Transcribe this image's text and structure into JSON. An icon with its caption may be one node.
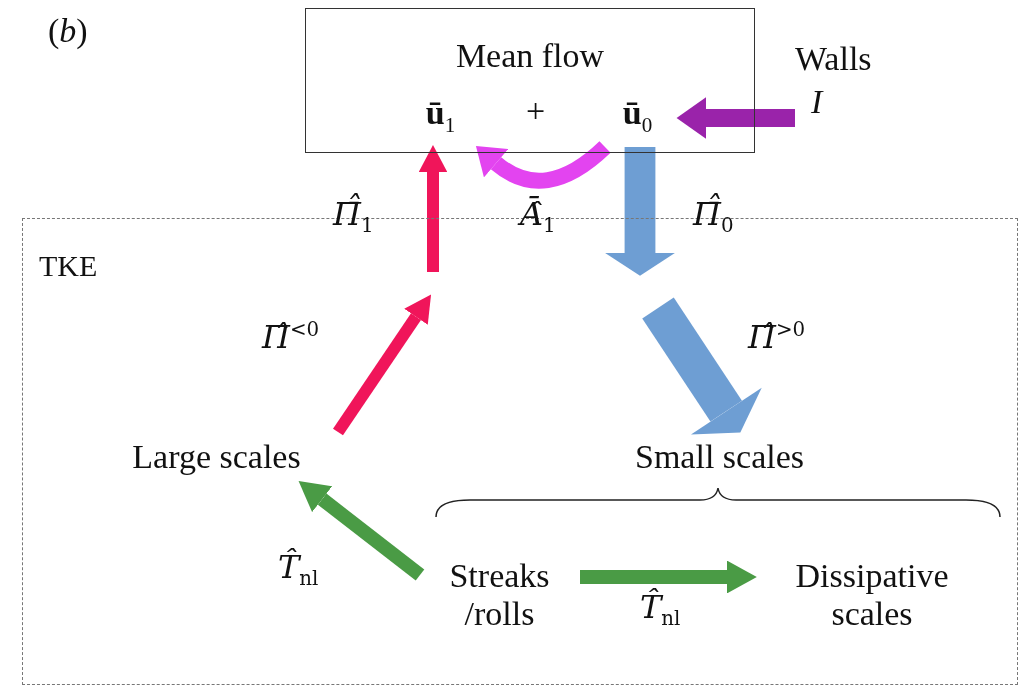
{
  "diagram": {
    "nodes": [
      {
        "text": [
          "Mean flow"
        ]
      },
      {
        "text": [
          "**ū**$_{1}$"
        ],
        "in": 0
      },
      {
        "text": [
          "**ū**$_{0}$"
        ],
        "in": 0
      },
      {
        "text": [
          "Walls",
          "I"
        ]
      },
      {
        "text": [
          "TKE"
        ]
      },
      {
        "text": [
          "Large scales"
        ],
        "in": 4
      },
      {
        "text": [
          "Small scales"
        ],
        "in": 4
      },
      {
        "text": [
          "Streaks /rolls"
        ],
        "in": 4
      },
      {
        "text": [
          "Dissipative scales"
        ],
        "in": 4
      }
    ],
    "edges": [
      {
        "from": 3,
        "to": 2,
        "arrow": "to",
        "color": "#9a23aa"
      },
      {
        "from": 2,
        "to": 1,
        "arrow": "to",
        "label": "*Ā̂*$_{1}$",
        "color": "#e344f0"
      },
      {
        "from": 5,
        "to": null,
        "arrow": "to",
        "label": "*Π̂*$^{<0}$",
        "color": "#f0155a"
      },
      {
        "from": null,
        "to": 1,
        "arrow": "to",
        "label": "*Π̄̂*$_{1}$",
        "color": "#f0155a"
      },
      {
        "from": 2,
        "to": null,
        "arrow": "to",
        "label": "*Π̄̂*$_{0}$",
        "color": "#6e9ed3",
        "style": "thick"
      },
      {
        "from": null,
        "to": 6,
        "arrow": "to",
        "label": "*Π̂*$^{>0}$",
        "color": "#6e9ed3",
        "style": "thick"
      },
      {
        "from": 7,
        "to": 5,
        "arrow": "to",
        "label": "*T̂*$_{nl}$",
        "color": "#4a9b45"
      },
      {
        "from": 7,
        "to": 8,
        "arrow": "to",
        "label": "*T̂*$_{nl}$",
        "color": "#4a9b45"
      }
    ],
    "labels": [
      "(*b*)",
      "+"
    ]
  }
}
